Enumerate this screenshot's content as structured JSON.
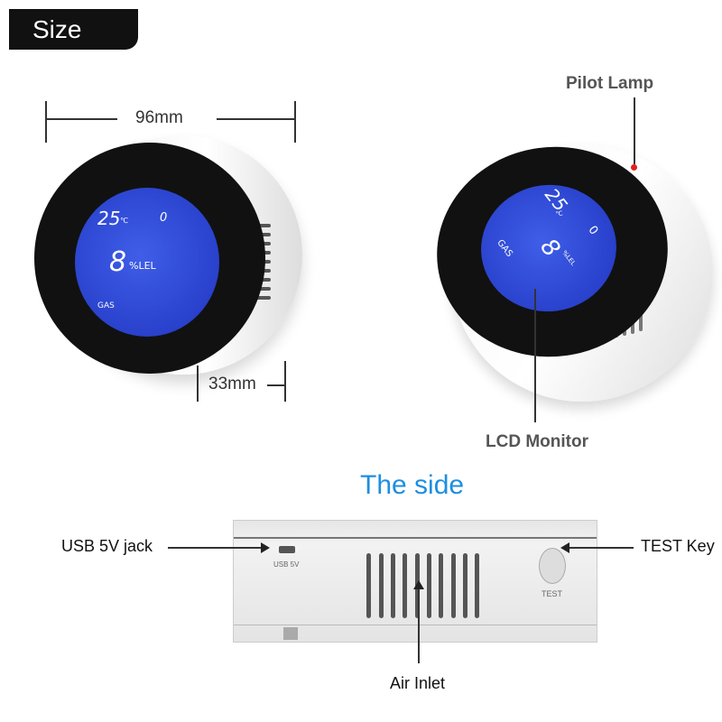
{
  "header": {
    "size_label": "Size"
  },
  "dimensions": {
    "width": "96mm",
    "depth": "33mm"
  },
  "front_device": {
    "temperature": "25",
    "temp_unit": "℃",
    "count": "0",
    "reading": "8",
    "reading_unit": "%LEL",
    "gas_label": "GAS"
  },
  "angled_device": {
    "temperature": "25",
    "temp_unit": "℃",
    "count": "0",
    "reading": "8",
    "reading_unit": "%LEL",
    "gas_label": "GAS"
  },
  "callouts": {
    "pilot_lamp": "Pilot Lamp",
    "lcd_monitor": "LCD Monitor"
  },
  "side_view": {
    "title": "The side",
    "usb_jack": "USB 5V jack",
    "test_key": "TEST Key",
    "air_inlet": "Air Inlet",
    "usb_print": "USB 5V",
    "test_print": "TEST"
  },
  "colors": {
    "title_blue": "#1e8ee0",
    "lcd_blue": "#2d45d6",
    "pilot_lamp": "#e02020"
  }
}
